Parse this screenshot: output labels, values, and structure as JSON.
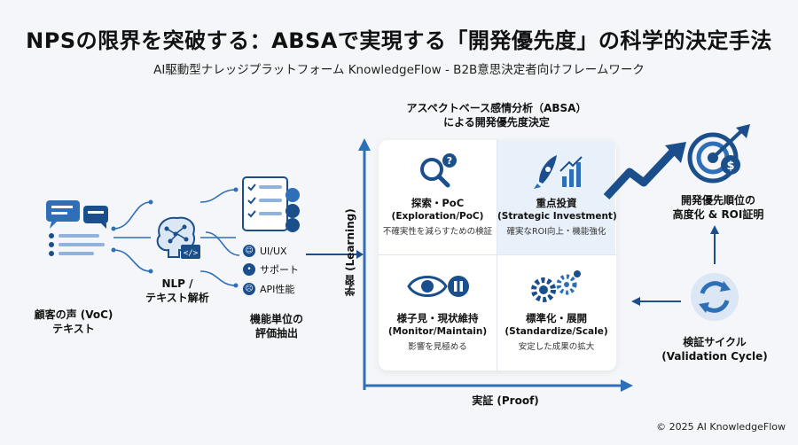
{
  "header": {
    "title": "NPSの限界を突破する：ABSAで実現する「開発優先度」の科学的決定手法",
    "subtitle": "AI駆動型ナレッジプラットフォーム KnowledgeFlow - B2B意思決定者向けフレームワーク"
  },
  "flow": {
    "voc_label": [
      "顧客の声 (VoC)",
      "テキスト"
    ],
    "nlp_label": [
      "NLP /",
      "テキスト解析"
    ],
    "extract_label": [
      "機能単位の",
      "評価抽出"
    ],
    "tags": [
      {
        "label": "UI/UX",
        "icon": "smile-icon"
      },
      {
        "label": "サポート",
        "icon": "neutral-face-icon"
      },
      {
        "label": "API性能",
        "icon": "frown-icon"
      }
    ]
  },
  "matrix": {
    "title": [
      "アスペクトベース感情分析（ABSA）",
      "による開発優先度決定"
    ],
    "y_axis": "学習 (Learning)",
    "x_axis": "実証 (Proof)",
    "quadrants": [
      {
        "key": "explore",
        "title": "探索・PoC",
        "subtitle": "(Exploration/PoC)",
        "desc": "不確実性を減らすための検証",
        "icon": "magnifier-question-icon"
      },
      {
        "key": "invest",
        "title": "重点投資",
        "subtitle": "(Strategic Investment)",
        "desc": "確実なROI向上・機能強化",
        "icon": "rocket-chart-icon"
      },
      {
        "key": "monitor",
        "title": "様子見・現状維持",
        "subtitle": "(Monitor/Maintain)",
        "desc": "影響を見極める",
        "icon": "eye-pause-icon"
      },
      {
        "key": "scale",
        "title": "標準化・展開",
        "subtitle": "(Standardize/Scale)",
        "desc": "安定した成果の拡大",
        "icon": "gears-icon"
      }
    ]
  },
  "outcome": {
    "priority_label": [
      "開発優先順位の",
      "高度化 & ROI証明"
    ],
    "cycle_label": [
      "検証サイクル",
      "(Validation Cycle)"
    ]
  },
  "footer": {
    "copyright": "© 2025 AI KnowledgeFlow"
  },
  "colors": {
    "navy": "#1a4f8b",
    "blue": "#2f6fb8",
    "invest_bg": "#e8f0fa"
  }
}
